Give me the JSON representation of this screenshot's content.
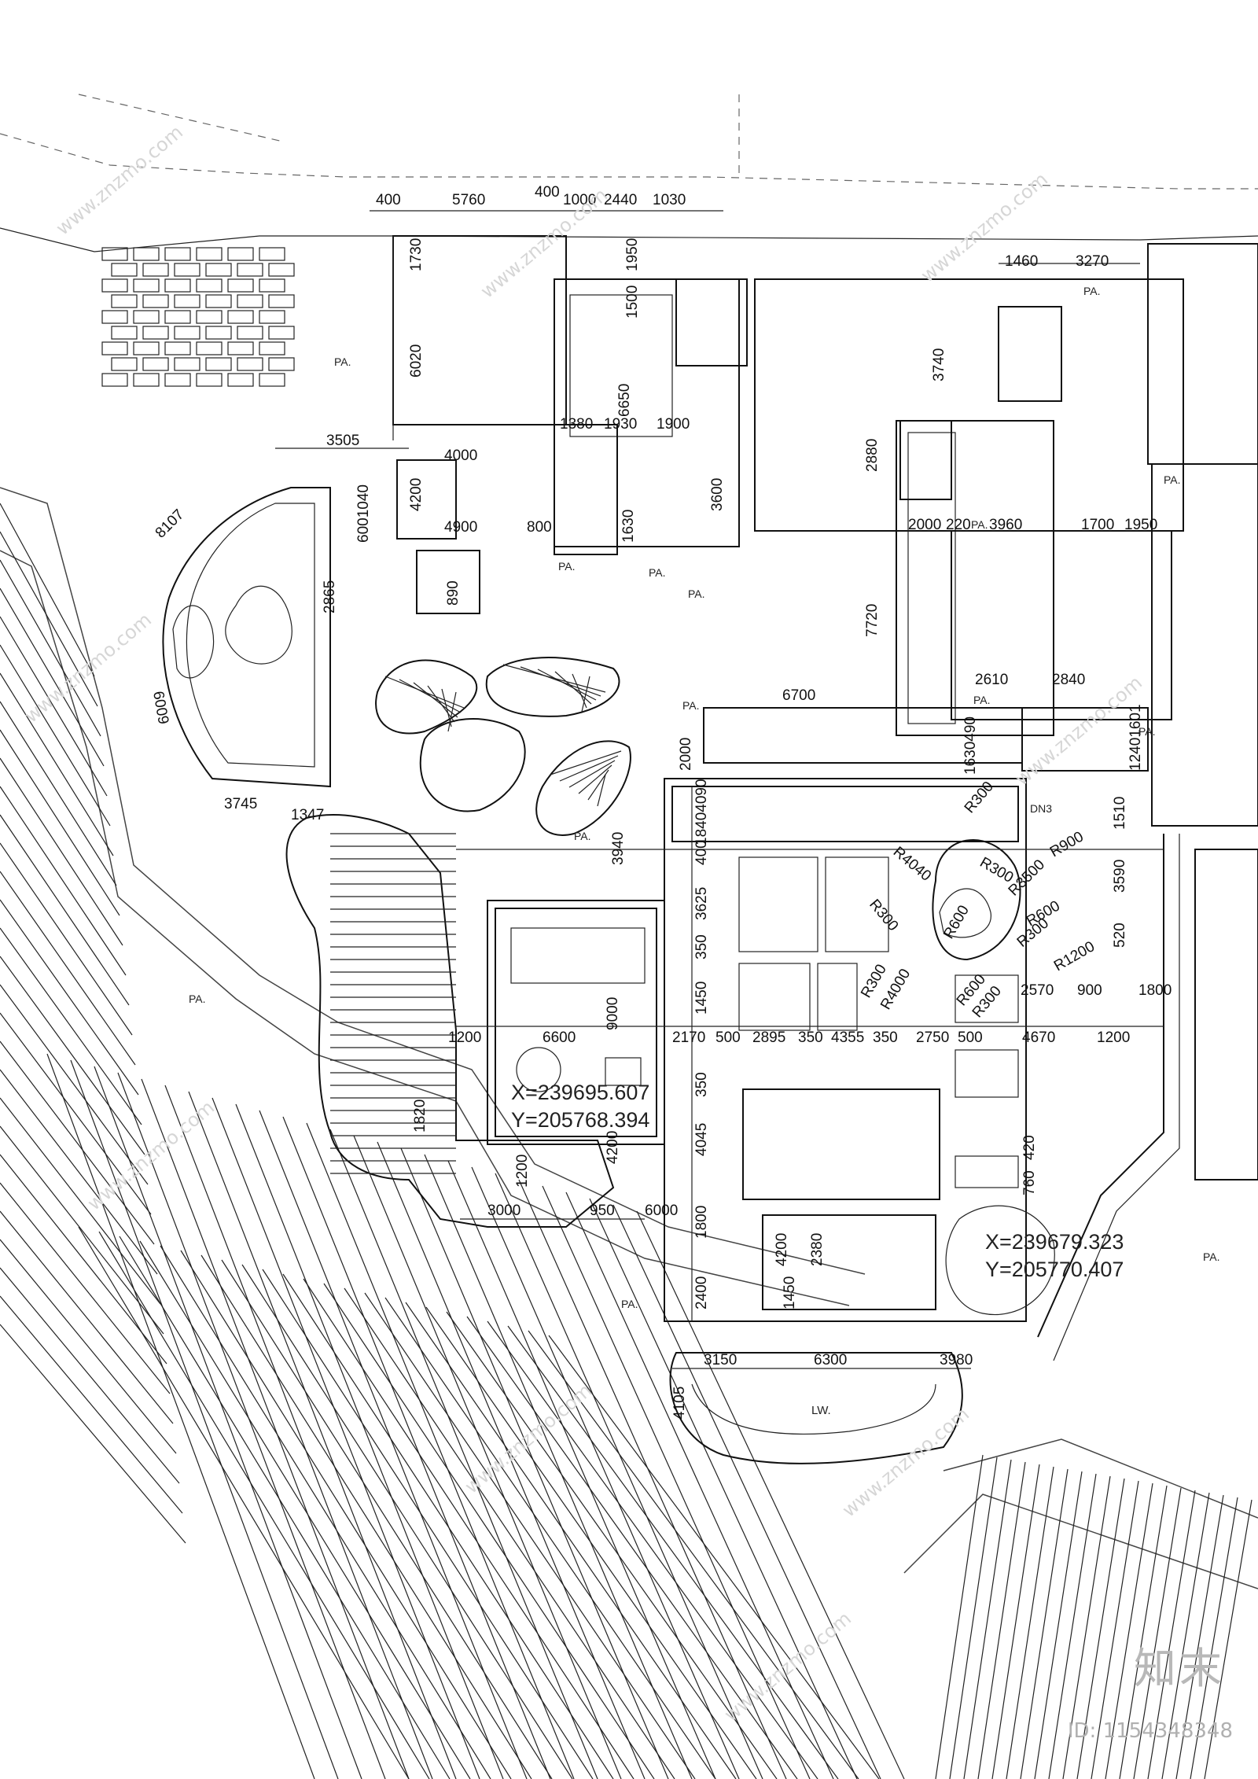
{
  "plan": {
    "dims_top": [
      "400",
      "5760",
      "400",
      "1000",
      "2440",
      "1030"
    ],
    "dims_right_top": [
      "1460",
      "3270"
    ],
    "dims_left": [
      "1730",
      "6020",
      "3505",
      "4000",
      "4200",
      "4900",
      "2865",
      "6001040",
      "890"
    ],
    "dims_center": [
      "1950",
      "1500",
      "6650",
      "1380",
      "1930",
      "1900",
      "3600",
      "1630",
      "800",
      "2880",
      "3740",
      "7720",
      "6700",
      "2000",
      "220",
      "3960",
      "1700",
      "1950",
      "2610",
      "2840"
    ],
    "dims_mid": [
      "2000",
      "3940",
      "18404090",
      "1630490",
      "12401601",
      "1510",
      "3590",
      "520",
      "400",
      "3625",
      "350",
      "1450",
      "350",
      "4045",
      "1800",
      "2400",
      "9000",
      "6600",
      "1200",
      "2170",
      "500",
      "2895",
      "350",
      "4355",
      "350",
      "2750",
      "500",
      "4670",
      "1200",
      "2570",
      "900",
      "1800",
      "1200",
      "4200",
      "3000",
      "950",
      "6000",
      "1820",
      "4200",
      "2380",
      "1450",
      "420",
      "760"
    ],
    "dims_bottom": [
      "3150",
      "6300",
      "3980",
      "4105"
    ],
    "radii": [
      "R300",
      "R4040",
      "R900",
      "R300",
      "R3500",
      "R300",
      "R600",
      "R600",
      "R300",
      "R1200",
      "R300",
      "R4000",
      "R600",
      "R300"
    ],
    "arc_dims": [
      "8107",
      "6009",
      "3745",
      "1347"
    ],
    "labels": {
      "pa": "PA.",
      "lw": "LW.",
      "dn3": "DN3"
    },
    "coordinates": [
      {
        "x": "X=239695.607",
        "y": "Y=205768.394"
      },
      {
        "x": "X=239679.323",
        "y": "Y=205770.407"
      }
    ]
  },
  "watermark": {
    "brand": "知末",
    "id": "ID: 1154348348",
    "site": "www.znzmo.com"
  }
}
